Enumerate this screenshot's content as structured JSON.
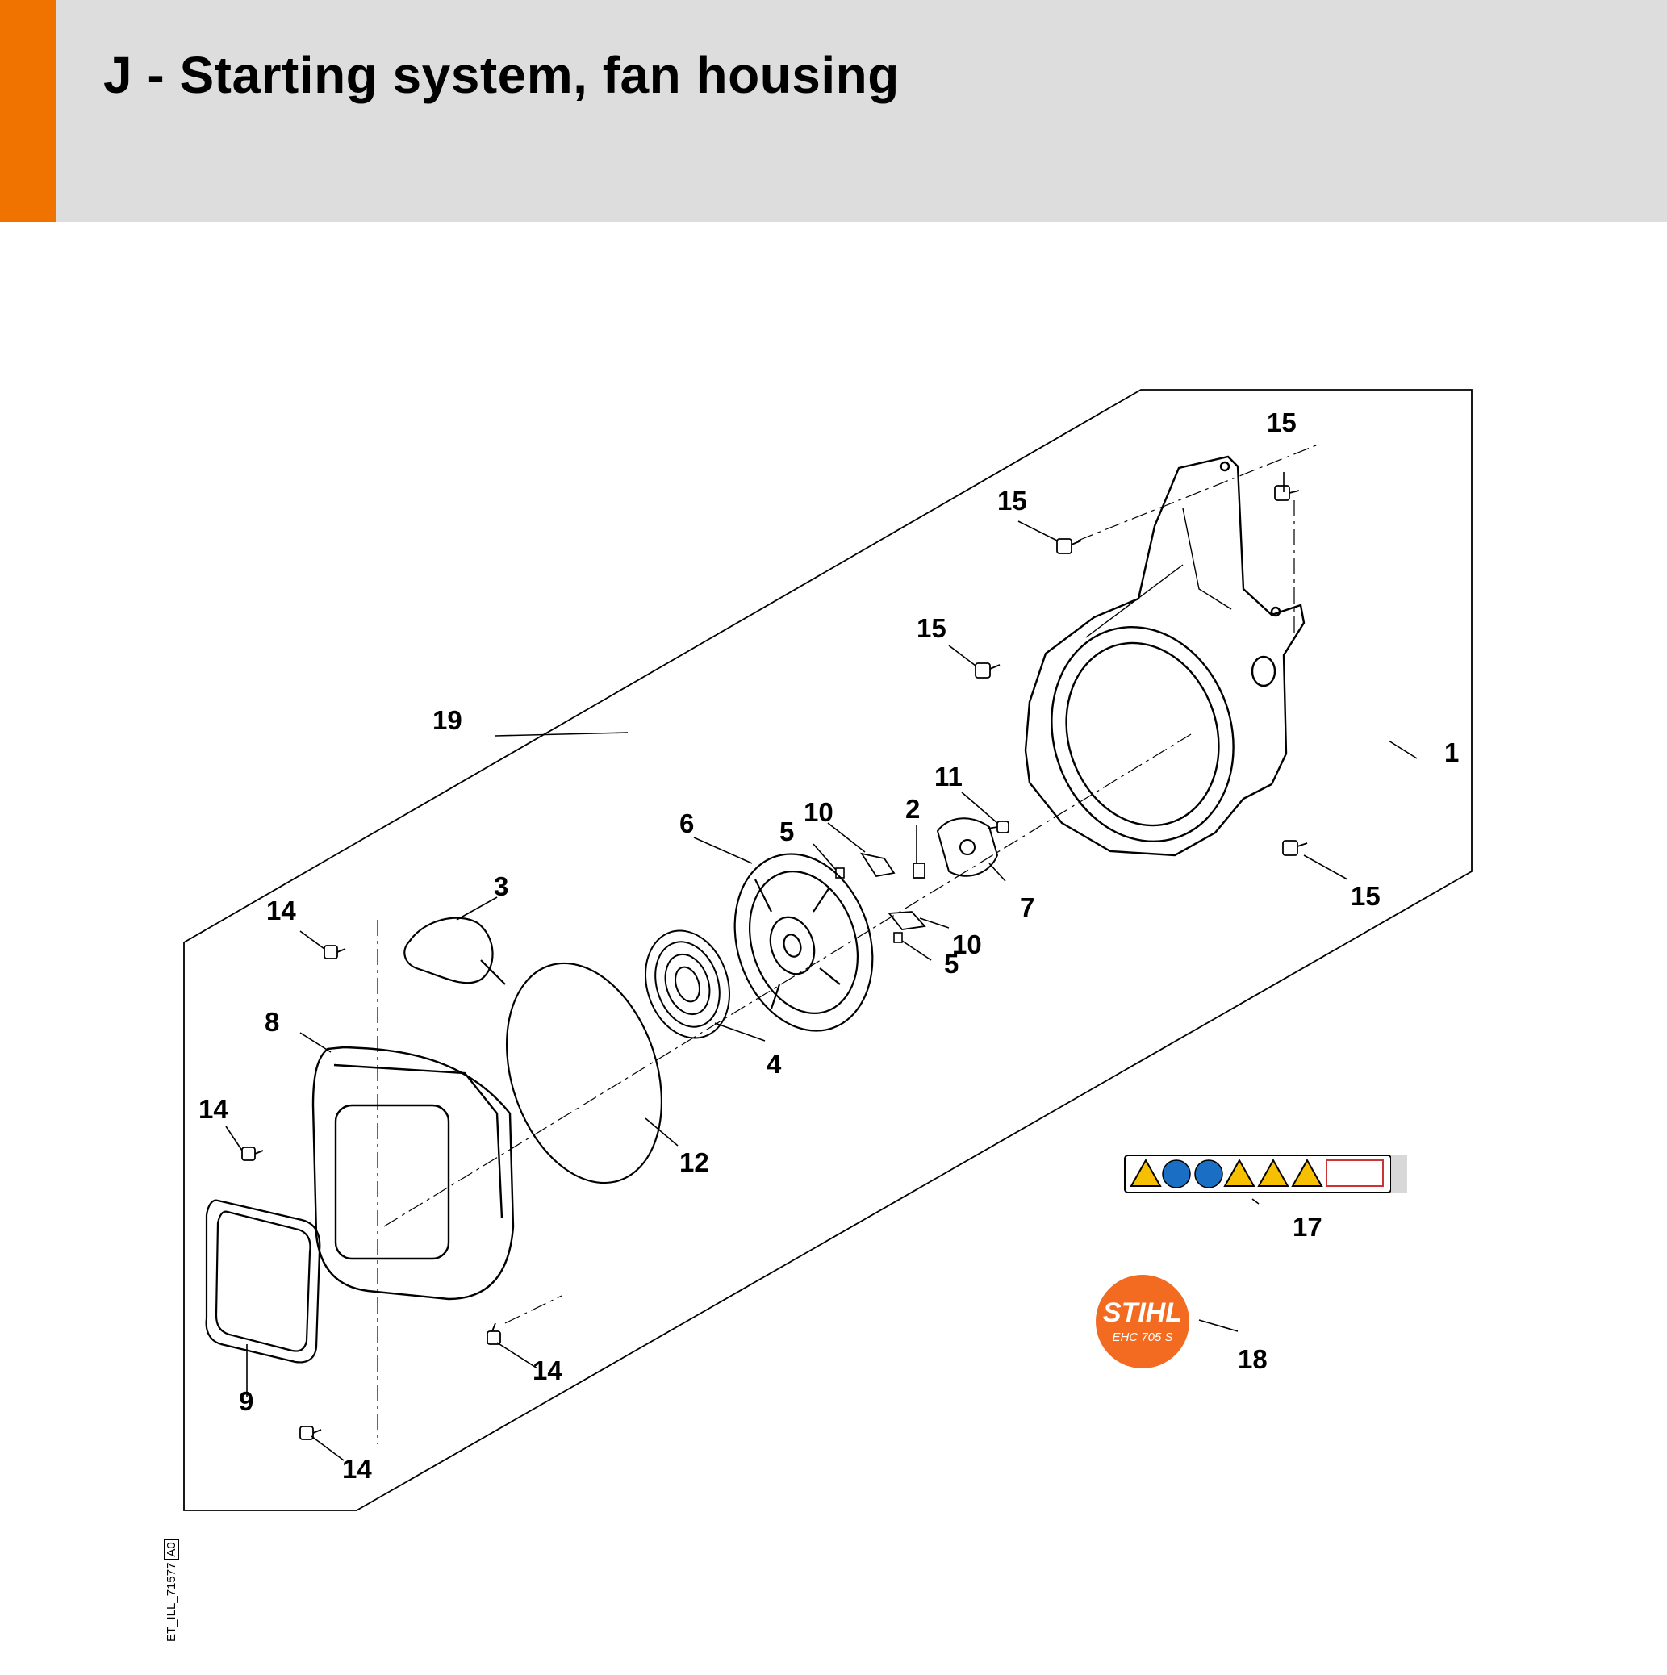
{
  "header": {
    "title": "J - Starting system, fan housing",
    "accent_color": "#f07300",
    "band_color": "#dcdddc"
  },
  "diagram": {
    "callouts": [
      "15",
      "15",
      "15",
      "15",
      "1",
      "19",
      "11",
      "2",
      "6",
      "5",
      "10",
      "7",
      "3",
      "14",
      "10",
      "5",
      "4",
      "8",
      "14",
      "12",
      "17",
      "18",
      "9",
      "14",
      "14"
    ],
    "badge": {
      "brand": "STIHL",
      "model": "EHC 705 S",
      "color": "#f26b21"
    },
    "illustration_id": "ET_ILL_71577",
    "revision": "A0"
  }
}
